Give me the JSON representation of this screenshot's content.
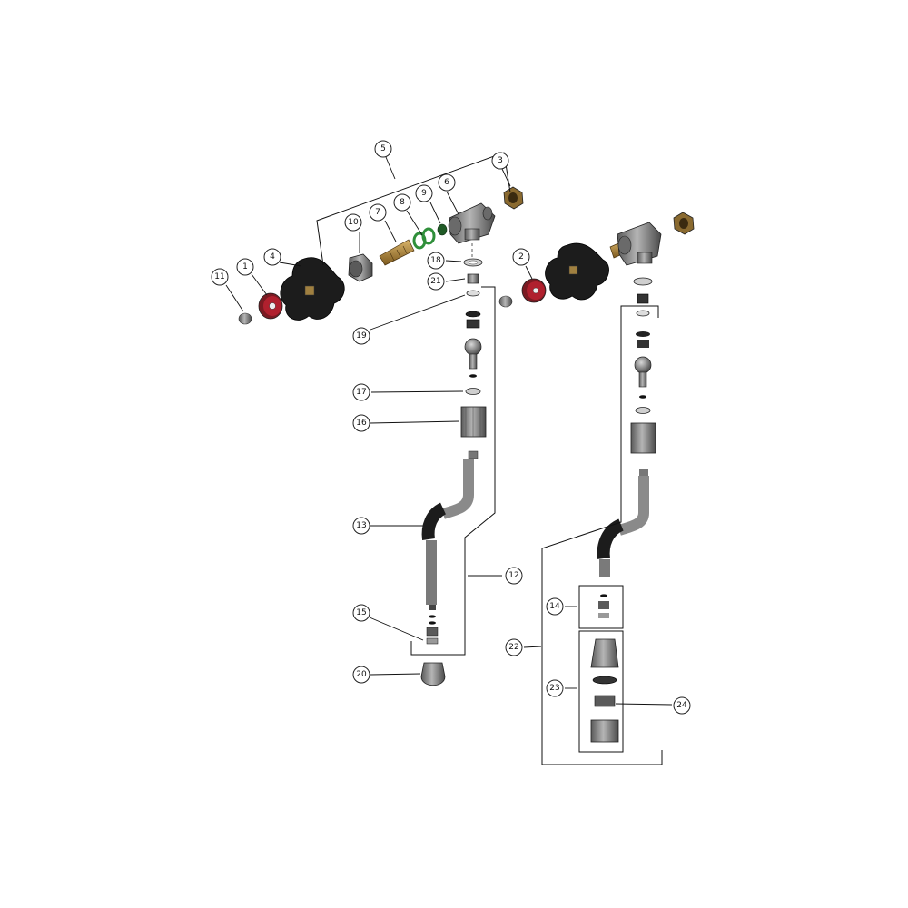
{
  "diagram": {
    "callouts": [
      {
        "id": "c1",
        "label": "1"
      },
      {
        "id": "c2",
        "label": "2"
      },
      {
        "id": "c3",
        "label": "3"
      },
      {
        "id": "c4",
        "label": "4"
      },
      {
        "id": "c5",
        "label": "5"
      },
      {
        "id": "c6",
        "label": "6"
      },
      {
        "id": "c7",
        "label": "7"
      },
      {
        "id": "c8",
        "label": "8"
      },
      {
        "id": "c9",
        "label": "9"
      },
      {
        "id": "c10",
        "label": "10"
      },
      {
        "id": "c11",
        "label": "11"
      },
      {
        "id": "c12",
        "label": "12"
      },
      {
        "id": "c13",
        "label": "13"
      },
      {
        "id": "c14",
        "label": "14"
      },
      {
        "id": "c15",
        "label": "15"
      },
      {
        "id": "c16",
        "label": "16"
      },
      {
        "id": "c17",
        "label": "17"
      },
      {
        "id": "c18",
        "label": "18"
      },
      {
        "id": "c19",
        "label": "19"
      },
      {
        "id": "c20",
        "label": "20"
      },
      {
        "id": "c21",
        "label": "21"
      },
      {
        "id": "c22",
        "label": "22"
      },
      {
        "id": "c23",
        "label": "23"
      },
      {
        "id": "c24",
        "label": "24"
      }
    ],
    "colors": {
      "metal": "#8a8a8a",
      "metal_dark": "#4a4a4a",
      "knob": "#1c1c1c",
      "handle_red": "#b0202e",
      "brass": "#b58a3a",
      "seal_green": "#2f8f3a",
      "outline": "#111111"
    }
  }
}
